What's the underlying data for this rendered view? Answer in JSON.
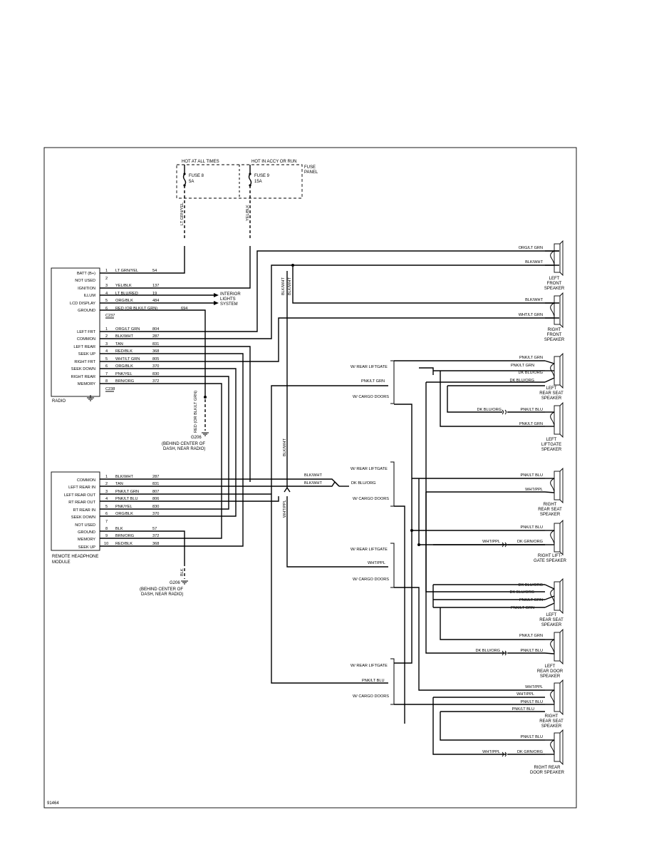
{
  "fuse_panel": {
    "label_line1": "FUSE",
    "label_line2": "PANEL",
    "hot_at_all_times": "HOT AT ALL TIMES",
    "hot_in_accy": "HOT IN ACCY OR RUN",
    "fuse8": [
      "FUSE 8",
      "5A"
    ],
    "fuse9": [
      "FUSE 9",
      "15A"
    ],
    "fuse8_wire": "LT GRN/YEL",
    "fuse9_wire": "YEL/BLK"
  },
  "radio": {
    "label": "RADIO",
    "connector1": "C237",
    "connector2": "C238",
    "pins1": [
      {
        "name": "BATT (B+)",
        "num": "1",
        "color": "LT GRN/YEL",
        "circuit": "54"
      },
      {
        "name": "NOT USED",
        "num": "2",
        "color": "",
        "circuit": ""
      },
      {
        "name": "IGNITION",
        "num": "3",
        "color": "YEL/BLK",
        "circuit": "137"
      },
      {
        "name": "ILLUM",
        "num": "4",
        "color": "LT BLU/RED",
        "circuit": "19"
      },
      {
        "name": "LCD DISPLAY",
        "num": "5",
        "color": "ORG/BLK",
        "circuit": "484"
      },
      {
        "name": "GROUND",
        "num": "6",
        "color": "RED (OR BLK/LT GRN)",
        "circuit": "694"
      }
    ],
    "pins2": [
      {
        "name": "LEFT FRT",
        "num": "1",
        "color": "ORG/LT GRN",
        "circuit": "804"
      },
      {
        "name": "COMMON",
        "num": "2",
        "color": "BLK/WHT",
        "circuit": "287"
      },
      {
        "name": "LEFT REAR",
        "num": "3",
        "color": "TAN",
        "circuit": "831"
      },
      {
        "name": "SEEK UP",
        "num": "4",
        "color": "RED/BLK",
        "circuit": "368"
      },
      {
        "name": "RIGHT FRT",
        "num": "5",
        "color": "WHT/LT GRN",
        "circuit": "805"
      },
      {
        "name": "SEEK DOWN",
        "num": "6",
        "color": "ORG/BLK",
        "circuit": "370"
      },
      {
        "name": "RIGHT REAR",
        "num": "7",
        "color": "PNK/YEL",
        "circuit": "830"
      },
      {
        "name": "MEMORY",
        "num": "8",
        "color": "BRN/ORG",
        "circuit": "372"
      }
    ],
    "interior_lights": [
      "INTERIOR",
      "LIGHTS",
      "SYSTEM"
    ],
    "ground_wire": "RED (OR BLK/LT GRN)",
    "ground_id": "G206",
    "ground_note": [
      "(BEHIND CENTER OF",
      "DASH, NEAR RADIO)"
    ]
  },
  "headphone_module": {
    "label_line1": "REMOTE HEADPHONE",
    "label_line2": "MODULE",
    "pins": [
      {
        "name": "COMMON",
        "num": "1",
        "color": "BLK/WHT",
        "circuit": "287"
      },
      {
        "name": "LEFT REAR IN",
        "num": "2",
        "color": "TAN",
        "circuit": "831"
      },
      {
        "name": "LEFT REAR OUT",
        "num": "3",
        "color": "PNK/LT GRN",
        "circuit": "807"
      },
      {
        "name": "RT REAR OUT",
        "num": "4",
        "color": "PNK/LT BLU",
        "circuit": "806"
      },
      {
        "name": "RT REAR IN",
        "num": "5",
        "color": "PNK/YEL",
        "circuit": "830"
      },
      {
        "name": "SEEK DOWN",
        "num": "6",
        "color": "ORG/BLK",
        "circuit": "370"
      },
      {
        "name": "NOT USED",
        "num": "7",
        "color": "",
        "circuit": ""
      },
      {
        "name": "GROUND",
        "num": "8",
        "color": "BLK",
        "circuit": "57"
      },
      {
        "name": "MEMORY",
        "num": "9",
        "color": "BRN/ORG",
        "circuit": "372"
      },
      {
        "name": "SEEK UP",
        "num": "10",
        "color": "RED/BLK",
        "circuit": "368"
      }
    ],
    "ground_wire": "BLK",
    "ground_id": "G206",
    "ground_note": [
      "(BEHIND CENTER OF",
      "DASH, NEAR RADIO)"
    ]
  },
  "mid_labels": {
    "blk_wht_a": "BLK/WHT",
    "blk_wht_b": "BLK/WHT",
    "blk_wht_c": "BLK/WHT",
    "wht_ppl": "WHT/PPL",
    "w_rear_liftgate": "W/ REAR LIFTGATE",
    "w_cargo_doors": "W/ CARGO DOORS",
    "pnk_lt_grn": "PNK/LT GRN",
    "blk_wht_d": "BLK/WHT",
    "blk_wht_e": "BLK/WHT",
    "dk_blu_org": "DK BLU/ORG",
    "wht_ppl_b": "WHT/PPL",
    "pnk_lt_blu": "PNK/LT BLU"
  },
  "speakers": {
    "left_front": {
      "wires": [
        "ORG/LT GRN",
        "BLK/WHT"
      ],
      "label": [
        "LEFT",
        "FRONT",
        "SPEAKER"
      ]
    },
    "right_front": {
      "wires": [
        "BLK/WHT",
        "WHT/LT GRN"
      ],
      "label": [
        "RIGHT",
        "FRONT",
        "SPEAKER"
      ]
    },
    "left_rear_seat_1": {
      "wires": [
        "PNK/LT GRN",
        "PNK/LT GRN",
        "DK BLU/ORG",
        "DK BLU/ORG"
      ],
      "label": [
        "LEFT",
        "REAR SEAT",
        "SPEAKER"
      ]
    },
    "left_liftgate": {
      "wires": [
        "DK BLU/ORG",
        "PNK/LT BLU",
        "PNK/LT GRN"
      ],
      "label": [
        "LEFT",
        "LIFTGATE",
        "SPEAKER"
      ]
    },
    "right_rear_seat_1": {
      "wires": [
        "PNK/LT BLU",
        "WHT/PPL"
      ],
      "label": [
        "RIGHT",
        "REAR SEAT",
        "SPEAKER"
      ]
    },
    "right_liftgate": {
      "wires": [
        "PNK/LT BLU",
        "WHT/PPL",
        "DK GRN/ORG"
      ],
      "label": [
        "RIGHT LIFT-",
        "GATE SPEAKER"
      ]
    },
    "left_rear_seat_2": {
      "wires": [
        "DK BLU/ORG",
        "DK BLU/ORG",
        "PNK/LT GRN",
        "PNK/LT GRN"
      ],
      "label": [
        "LEFT",
        "REAR SEAT",
        "SPEAKER"
      ]
    },
    "left_rear_door": {
      "wires": [
        "PNK/LT GRN",
        "DK BLU/ORG",
        "PNK/LT BLU"
      ],
      "label": [
        "LEFT",
        "REAR DOOR",
        "SPEAKER"
      ]
    },
    "right_rear_seat_2": {
      "wires": [
        "WHT/PPL",
        "WHT/PPL",
        "PNK/LT BLU",
        "PNK/LT BLU"
      ],
      "label": [
        "RIGHT",
        "REAR SEAT",
        "SPEAKER"
      ]
    },
    "right_rear_door": {
      "wires": [
        "PNK/LT BLU",
        "WHT/PPL",
        "DK GRN/ORG"
      ],
      "label": [
        "RIGHT REAR",
        "DOOR SPEAKER"
      ]
    }
  },
  "figure_id": "91464"
}
